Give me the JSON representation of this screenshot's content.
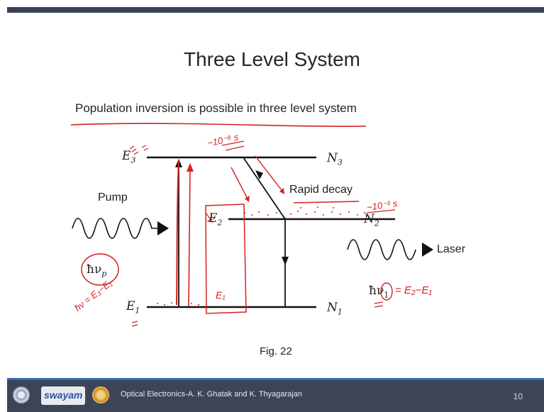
{
  "slide": {
    "title": "Three Level System",
    "subtitle": "Population inversion is possible in three level system",
    "figure_caption": "Fig. 22"
  },
  "diagram": {
    "level_labels": {
      "E3": "E",
      "E3_sub": "3",
      "E2": "E",
      "E2_sub": "2",
      "E1": "E",
      "E1_sub": "1"
    },
    "population_labels": {
      "N3": "N",
      "N3_sub": "3",
      "N2": "N",
      "N2_sub": "2",
      "N1": "N",
      "N1_sub": "1"
    },
    "pump_label": "Pump",
    "pump_photon": "ħν",
    "pump_photon_sub": "p",
    "rapid_decay_label": "Rapid decay",
    "laser_label": "Laser",
    "laser_photon": "ħν",
    "laser_photon_sub": "1"
  },
  "annotations": {
    "lifetime_top": "~10⁻⁸ s",
    "lifetime_mid": "~10⁻³ s",
    "laser_energy": "= E₂−E₁",
    "pump_energy": "ħν = E₃−E₁",
    "box_label": "E₁"
  },
  "footer": {
    "logo_text": "swayam",
    "credit": "Optical Electronics-A. K. Ghatak and K. Thyagarajan",
    "page_number": "10"
  },
  "colors": {
    "ink": "#222222",
    "annotation": "#d42121",
    "footer": "#3c4558",
    "accent": "#2d6fb7"
  }
}
